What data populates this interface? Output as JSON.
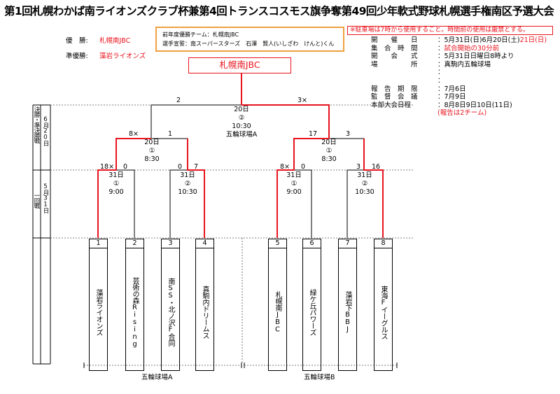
{
  "title": "第1回札幌わかば南ライオンズクラブ杯兼第4回トランスコスモス旗争奪第49回少年軟式野球札幌選手権南区予選大会",
  "results": {
    "champion_label": "優　勝:",
    "champion": "札幌南JBC",
    "runner_up_label": "準優勝:",
    "runner_up": "藻岩ライオンズ"
  },
  "previous": {
    "line1": "前年度優勝チーム：札幌南JBC",
    "line2": "選手宣誓：南スーパースターズ　石澤　賢人(いしざわ　けんと)くん"
  },
  "notice": "※駐車場は7時から使用すること。時間前の使用は厳禁とする。",
  "schedule": {
    "period_label": "開　　催　　日",
    "period_value": "：5月31日(日)6月20日(土)",
    "period_red": "21日(日)",
    "gather_label": "集　合　時　間",
    "gather_value": "：",
    "gather_red": "試合開始の30分前",
    "ceremony_label": "開　　会　　式",
    "ceremony_value": "：5月31日日曜日8時より",
    "place_label": "場　　　　　所",
    "place_value": "：真駒内五輪球場",
    "dot1": "：",
    "dot2": "：",
    "report_label": "報　告　期　限",
    "report_value": "：7月6日",
    "meeting_label": "監　督　会　議",
    "meeting_value": "：7月9日",
    "main_label": "本部大会日程",
    "main_value": "：8月8日9日10日(11日)",
    "main_note": "(報告は2チーム)"
  },
  "side_labels": {
    "final_block": "決勝・準決勝戦",
    "final_date": "6月20日",
    "first_block": "一回戦",
    "first_date": "5月31日"
  },
  "final": {
    "date": "20日",
    "game": "②",
    "time": "10:30",
    "venue": "五輪球場A",
    "left_score": "2",
    "right_score": "3×"
  },
  "semis": [
    {
      "date": "20日",
      "game": "①",
      "time": "8:30",
      "left_score": "8×",
      "right_score": "1"
    },
    {
      "date": "20日",
      "game": "①",
      "time": "8:30",
      "left_score": "17",
      "right_score": "3"
    }
  ],
  "first_round": [
    {
      "date": "31日",
      "game": "①",
      "time": "9:00",
      "left_score": "18×",
      "right_score": "0"
    },
    {
      "date": "31日",
      "game": "②",
      "time": "10:30",
      "left_score": "0",
      "right_score": "7"
    },
    {
      "date": "31日",
      "game": "①",
      "time": "9:00",
      "left_score": "8×",
      "right_score": "0"
    },
    {
      "date": "31日",
      "game": "②",
      "time": "10:30",
      "left_score": "3",
      "right_score": "16"
    }
  ],
  "teams": [
    {
      "num": "1",
      "name": "藻岩ライオンズ"
    },
    {
      "num": "2",
      "name": "芸術の森Rising"
    },
    {
      "num": "3",
      "name": "南SS・北ノ沢F合同"
    },
    {
      "num": "4",
      "name": "真駒内ドリームス"
    },
    {
      "num": "5",
      "name": "札幌南JBC"
    },
    {
      "num": "6",
      "name": "緑ケ丘パワーズ"
    },
    {
      "num": "7",
      "name": "藻岩下BBJ"
    },
    {
      "num": "8",
      "name": "東海Fイーグルス"
    }
  ],
  "venues": {
    "left": "五輪球場A",
    "right": "五輪球場B"
  },
  "colors": {
    "winner_line": "#e8141e",
    "accent_box": "#f0a040"
  }
}
